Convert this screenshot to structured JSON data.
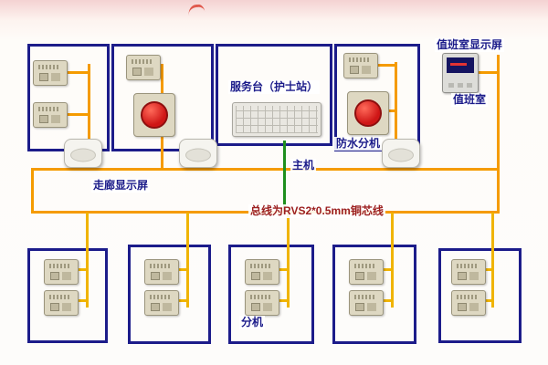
{
  "labels": {
    "duty_room_display": "值班室显示屏",
    "duty_room": "值班室",
    "service_desk": "服务台（护士站）",
    "waterproof_ext": "防水分机",
    "host": "主机",
    "corridor_display": "走廊显示屏",
    "bus_spec": "总线为RVS2*0.5mm铜芯线",
    "extension": "分机"
  },
  "colors": {
    "outline": "#1c1c8a",
    "orange": "#f59b00",
    "yellow": "#f0b400",
    "green": "#1e8f1e",
    "device": "#ded8c2",
    "device_border": "#9a947c",
    "red_button": "#cf1616",
    "label_text": "#1c1c8a",
    "bus_text": "#9c1f1f",
    "screen": "#141460",
    "speaker_body": "#f5f4ef"
  }
}
